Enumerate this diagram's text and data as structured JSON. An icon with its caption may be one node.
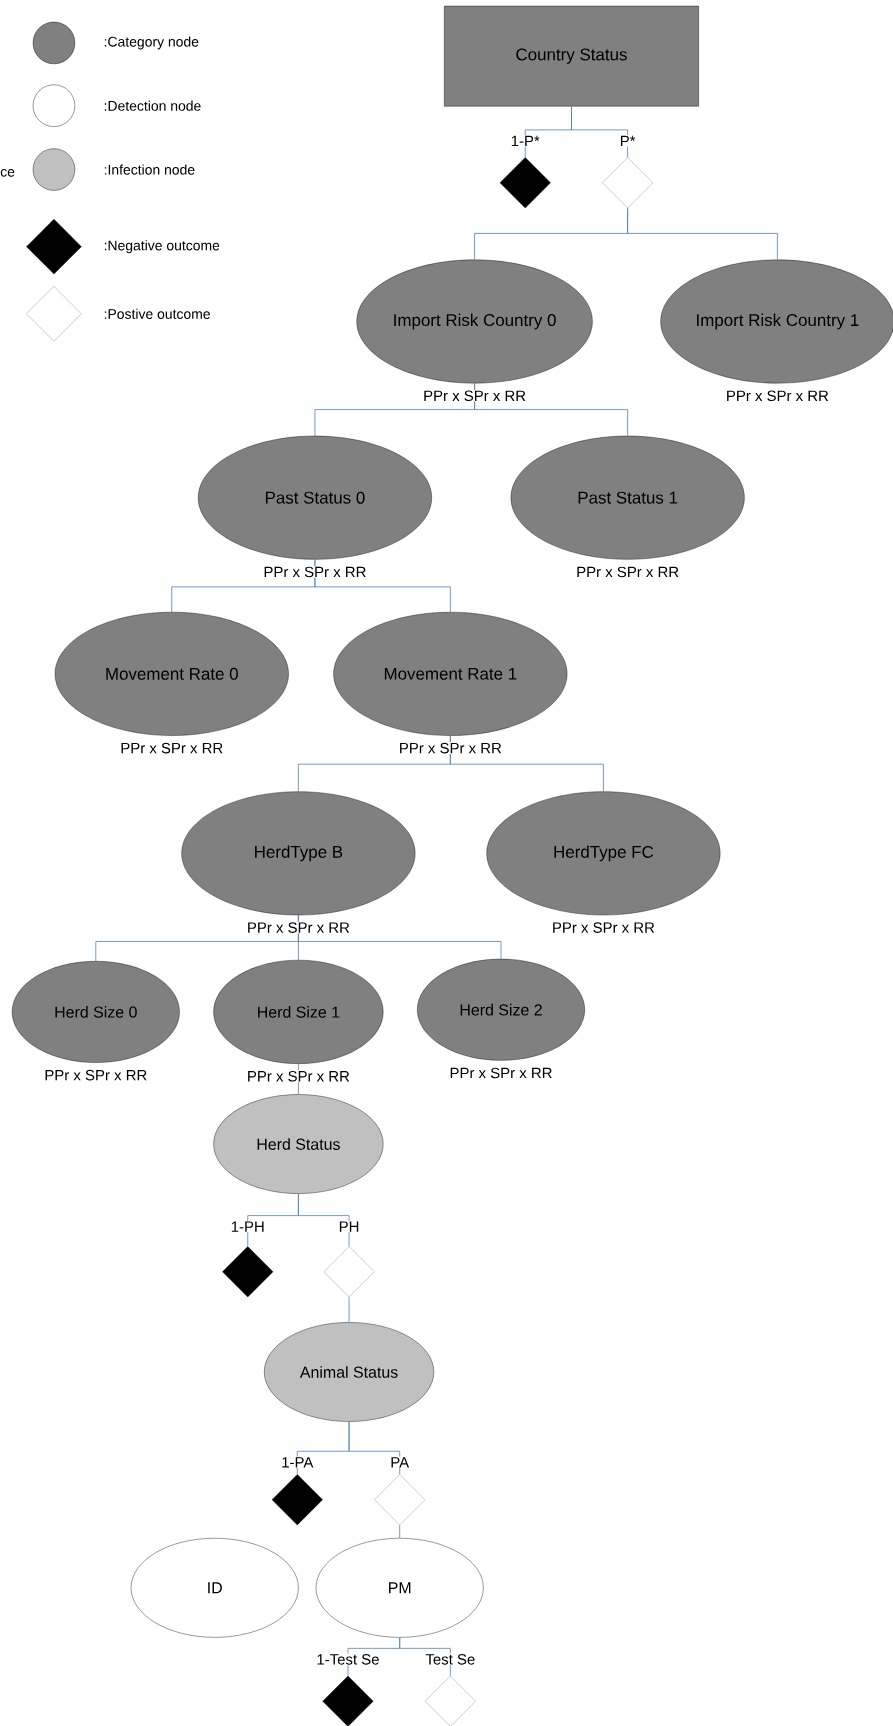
{
  "diagram": {
    "nodes": [
      {
        "text": [
          "Country Status"
        ]
      },
      {
        "text": [],
        "shape": "diamond"
      },
      {
        "text": [],
        "shape": "diamond"
      },
      {
        "text": [
          "Import Risk Country  0"
        ],
        "beside": [
          "PPr x SPr x RR"
        ]
      },
      {
        "text": [
          "Import Risk Country  1"
        ],
        "beside": [
          "PPr x SPr x RR"
        ]
      },
      {
        "text": [
          "Past Status  0"
        ],
        "beside": [
          "PPr x SPr x RR"
        ]
      },
      {
        "text": [
          "Past Status  1"
        ],
        "beside": [
          "PPr x SPr x RR"
        ]
      },
      {
        "text": [
          "Movement Rate  0"
        ],
        "beside": [
          "PPr x SPr x RR"
        ]
      },
      {
        "text": [
          "Movement Rate  1"
        ],
        "beside": [
          "PPr x SPr x RR"
        ]
      },
      {
        "text": [
          "HerdType B"
        ],
        "beside": [
          "PPr x SPr x RR"
        ]
      },
      {
        "text": [
          "HerdType FC"
        ],
        "beside": [
          "PPr x SPr x RR"
        ]
      },
      {
        "text": [
          "Herd Size  0"
        ],
        "beside": [
          "PPr x SPr x RR"
        ]
      },
      {
        "text": [
          "Herd Size  1"
        ],
        "beside": [
          "PPr x SPr x RR"
        ]
      },
      {
        "text": [
          "Herd Size 2"
        ],
        "beside": [
          "PPr x SPr x RR"
        ]
      },
      {
        "text": [
          "Herd Status"
        ]
      },
      {
        "text": [],
        "shape": "diamond"
      },
      {
        "text": [],
        "shape": "diamond"
      },
      {
        "text": [
          "Animal Status"
        ]
      },
      {
        "text": [],
        "shape": "diamond"
      },
      {
        "text": [],
        "shape": "diamond"
      },
      {
        "text": [
          "ID"
        ]
      },
      {
        "text": [
          "PM"
        ]
      },
      {
        "text": [],
        "shape": "diamond"
      },
      {
        "text": [],
        "shape": "diamond"
      }
    ],
    "edges": [
      {
        "from": 0,
        "to": 1,
        "arrow": "none",
        "label": "1-P*"
      },
      {
        "from": 0,
        "to": 2,
        "arrow": "none",
        "label": "P*"
      },
      {
        "from": 2,
        "to": 3,
        "arrow": "none"
      },
      {
        "from": 2,
        "to": 4,
        "arrow": "none"
      },
      {
        "from": 3,
        "to": 5,
        "arrow": "none"
      },
      {
        "from": 3,
        "to": 6,
        "arrow": "none"
      },
      {
        "from": 5,
        "to": 7,
        "arrow": "none"
      },
      {
        "from": 5,
        "to": 8,
        "arrow": "none"
      },
      {
        "from": 8,
        "to": 9,
        "arrow": "none"
      },
      {
        "from": 8,
        "to": 10,
        "arrow": "none"
      },
      {
        "from": 9,
        "to": 11,
        "arrow": "none"
      },
      {
        "from": 9,
        "to": 12,
        "arrow": "none"
      },
      {
        "from": 9,
        "to": 13,
        "arrow": "none"
      },
      {
        "from": 12,
        "to": 14,
        "arrow": "none"
      },
      {
        "from": 14,
        "to": 15,
        "arrow": "none",
        "label": "1-PH"
      },
      {
        "from": 14,
        "to": 16,
        "arrow": "none",
        "label": "PH"
      },
      {
        "from": 16,
        "to": 17,
        "arrow": "none"
      },
      {
        "from": 17,
        "to": 18,
        "arrow": "none",
        "label": "1-PA"
      },
      {
        "from": 17,
        "to": 19,
        "arrow": "none",
        "label": "PA"
      },
      {
        "from": 19,
        "to": 21,
        "arrow": "none"
      },
      {
        "from": 21,
        "to": 22,
        "arrow": "none",
        "label": "1-Test Se"
      },
      {
        "from": 21,
        "to": 23,
        "arrow": "none",
        "label": "Test Se"
      }
    ],
    "labels": [
      "ce"
    ],
    "legend": [
      {
        "text": ":Category node",
        "color": "#808080"
      },
      {
        "text": ":Detection node"
      },
      {
        "text": ":Infection node",
        "color": "#c0c0c0"
      },
      {
        "text": ":Negative outcome",
        "color": "#000000"
      },
      {
        "text": ":Postive outcome"
      }
    ]
  }
}
